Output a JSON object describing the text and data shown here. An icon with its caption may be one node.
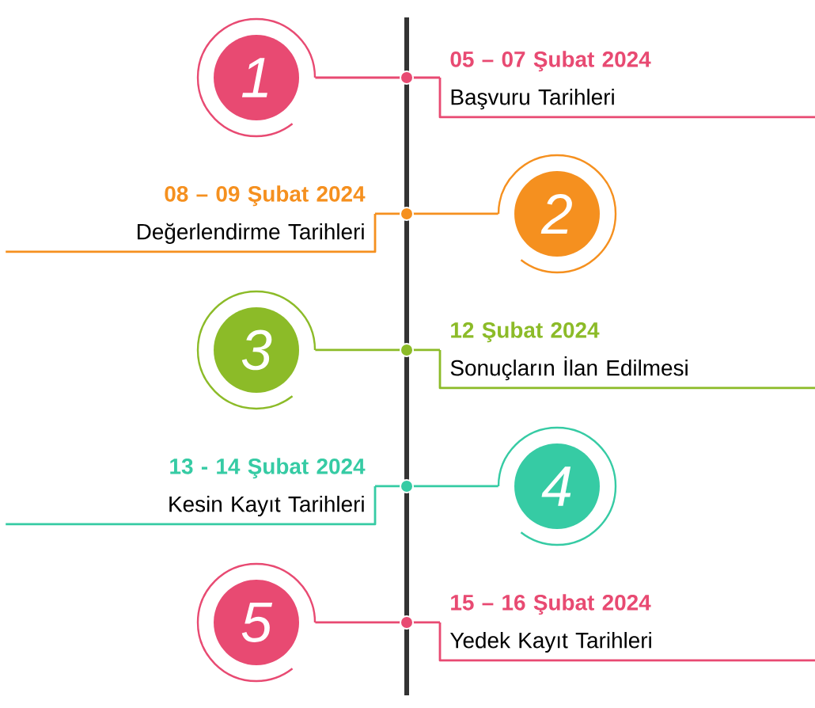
{
  "diagram": {
    "nodes": [
      {
        "text": [
          "1"
        ]
      },
      {
        "text": [
          "05 – 07 Şubat 2024",
          "Başvuru Tarihleri"
        ]
      },
      {
        "text": [
          "08 – 09 Şubat 2024",
          "Değerlendirme Tarihleri"
        ]
      },
      {
        "text": [
          "2"
        ]
      },
      {
        "text": [
          "3"
        ]
      },
      {
        "text": [
          "12 Şubat 2024",
          "Sonuçların İlan Edilmesi"
        ]
      },
      {
        "text": [
          "13 - 14 Şubat 2024",
          "Kesin Kayıt Tarihleri"
        ]
      },
      {
        "text": [
          "4"
        ]
      },
      {
        "text": [
          "5"
        ]
      },
      {
        "text": [
          "15 – 16 Şubat 2024",
          "Yedek Kayıt Tarihleri"
        ]
      }
    ],
    "edges": [
      {
        "from": 0,
        "to": 1,
        "arrow": "none",
        "color": "#e84a72"
      },
      {
        "from": 3,
        "to": 2,
        "arrow": "none",
        "color": "#f5901f"
      },
      {
        "from": 4,
        "to": 5,
        "arrow": "none",
        "color": "#8cbb28"
      },
      {
        "from": 7,
        "to": 6,
        "arrow": "none",
        "color": "#36cba4"
      },
      {
        "from": 8,
        "to": 9,
        "arrow": "none",
        "color": "#e84a72"
      }
    ]
  }
}
